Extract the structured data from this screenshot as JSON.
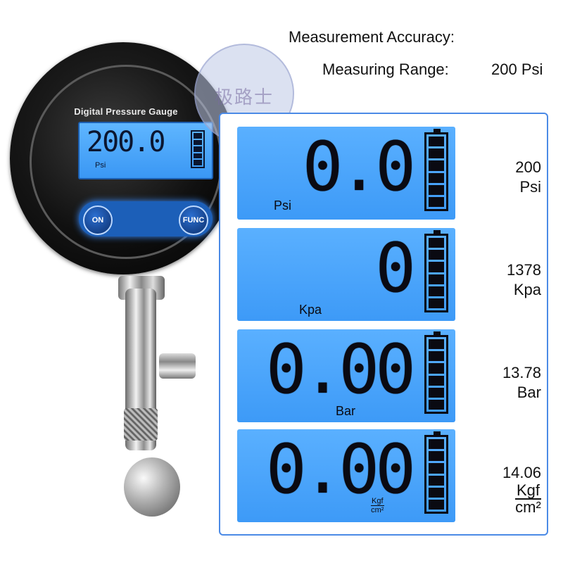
{
  "header": {
    "accuracy_label": "Measurement Accuracy:",
    "range_label": "Measuring Range:",
    "range_value": "200 Psi"
  },
  "gauge": {
    "title": "Digital Pressure Gauge",
    "lcd_value": "200.0",
    "lcd_unit": "Psi",
    "button_on": "ON",
    "button_func": "FUNC"
  },
  "watermark": {
    "text": "极路士"
  },
  "readings": [
    {
      "display": "0.0",
      "unit": "Psi",
      "max_value": "200",
      "max_unit": "Psi"
    },
    {
      "display": "0",
      "unit": "Kpa",
      "max_value": "1378",
      "max_unit": "Kpa"
    },
    {
      "display": "0.00",
      "unit": "Bar",
      "max_value": "13.78",
      "max_unit": "Bar"
    },
    {
      "display": "0.00",
      "unit_num": "Kgf",
      "unit_den": "cm²",
      "max_value": "14.06",
      "max_unit_num": "Kgf",
      "max_unit_den": "cm²"
    }
  ],
  "colors": {
    "lcd_blue": "#4aa6fb",
    "panel_border": "#4b8ae6",
    "segment": "#0a0a12"
  },
  "icons": [
    "battery-icon"
  ]
}
